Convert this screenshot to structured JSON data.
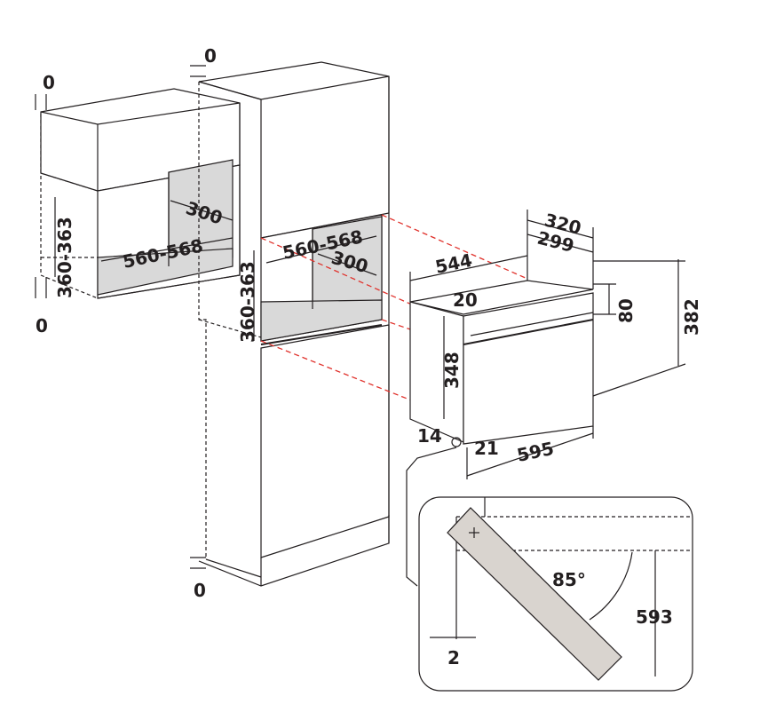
{
  "diagram": {
    "labels": {
      "top_gap_left": "0",
      "top_gap_tall": "0",
      "bottom_gap_left": "0",
      "bottom_gap_tall": "0",
      "depth_left": "300",
      "width_left": "560-568",
      "height_left": "360-363",
      "width_tall": "560-568",
      "depth_tall": "300",
      "height_tall": "360-363",
      "oven_depth_total": "320",
      "oven_depth_body": "299",
      "oven_width_body": "544",
      "oven_panel_offset": "20",
      "oven_panel_height": "80",
      "oven_total_height": "382",
      "oven_body_height": "348",
      "oven_bottom_left": "14",
      "oven_bottom_right": "21",
      "oven_total_width": "595",
      "door_angle": "85°",
      "door_open_height": "593",
      "door_gap": "2"
    }
  }
}
